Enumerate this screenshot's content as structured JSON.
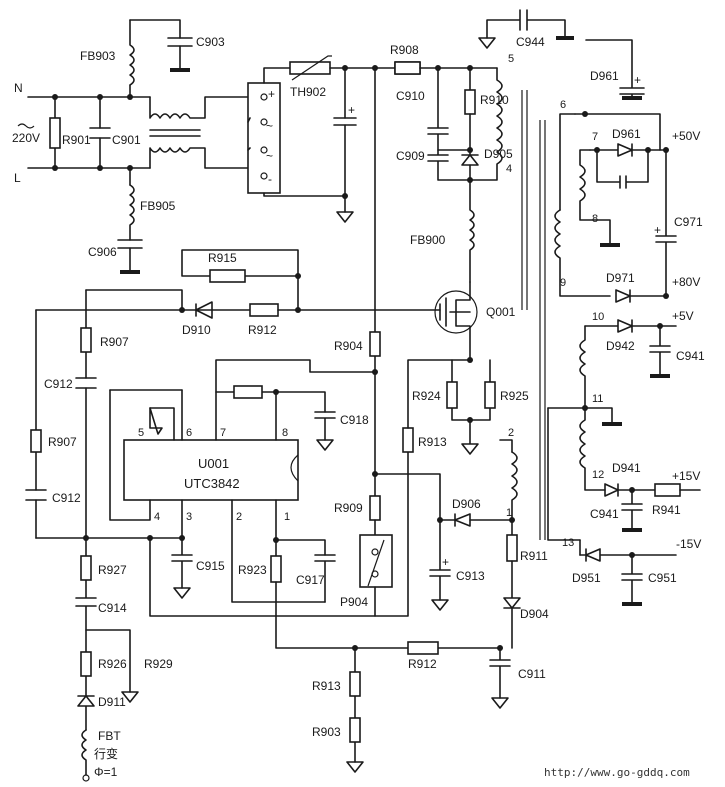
{
  "labels": {
    "N": "N",
    "L": "L",
    "ac": "220V",
    "FB903": "FB903",
    "FB905": "FB905",
    "FB900": "FB900",
    "C903": "C903",
    "C901": "C901",
    "C906": "C906",
    "C944": "C944",
    "C910": "C910",
    "C909": "C909",
    "C912a": "C912",
    "C912b": "C912",
    "C918": "C918",
    "C915": "C915",
    "C917": "C917",
    "C914": "C914",
    "C913": "C913",
    "C911": "C911",
    "C971": "C971",
    "C941a": "C941",
    "C941b": "C941",
    "C951": "C951",
    "R901": "R901",
    "R908": "R908",
    "R910": "R910",
    "R915": "R915",
    "R912a": "R912",
    "R912b": "R912",
    "R907a": "R907",
    "R907b": "R907",
    "R904": "R904",
    "R924": "R924",
    "R925": "R925",
    "R913a": "R913",
    "R913b": "R913",
    "R909": "R909",
    "R911": "R911",
    "R923": "R923",
    "R927": "R927",
    "R926": "R926",
    "R929": "R929",
    "R903": "R903",
    "R941": "R941",
    "TH902": "TH902",
    "D905": "D905",
    "D910": "D910",
    "D906": "D906",
    "D904": "D904",
    "D911": "D911",
    "D961a": "D961",
    "D961b": "D961",
    "D971": "D971",
    "D942": "D942",
    "D941": "D941",
    "D951": "D951",
    "Q001": "Q001",
    "P904": "P904",
    "U001": "U001",
    "UTC3842": "UTC3842",
    "FBT": "FBT",
    "FBT_cn": "行变",
    "phi": "Φ=1",
    "v50": "+50V",
    "v80": "+80V",
    "v5": "+5V",
    "v15p": "+15V",
    "v15n": "-15V",
    "url": "http://www.go-gddq.com"
  },
  "pins": [
    "1",
    "2",
    "3",
    "4",
    "5",
    "6",
    "7",
    "8"
  ],
  "winding_numbers": [
    "5",
    "4",
    "6",
    "7",
    "8",
    "9",
    "10",
    "11",
    "12",
    "13",
    "2",
    "1"
  ]
}
